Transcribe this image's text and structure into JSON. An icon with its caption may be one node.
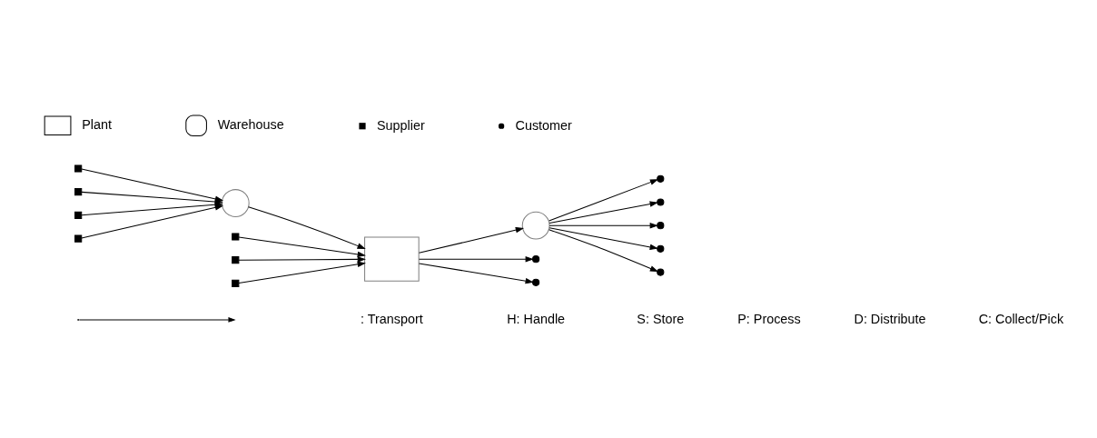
{
  "diagram": {
    "nodes": [
      {
        "text": [],
        "shape": "box"
      },
      {
        "text": [],
        "shape": "circle"
      },
      {
        "text": [],
        "shape": "box"
      },
      {
        "text": [],
        "shape": "box"
      },
      {
        "text": [],
        "shape": "circle"
      },
      {
        "text": [],
        "shape": "circle"
      },
      {
        "text": [],
        "shape": "circle"
      },
      {
        "text": [],
        "shape": "circle"
      },
      {
        "text": [],
        "shape": "box"
      },
      {
        "text": [],
        "shape": "circle"
      },
      {
        "text": [],
        "shape": "box"
      },
      {
        "text": [],
        "shape": "box"
      },
      {
        "text": [],
        "shape": "circle"
      },
      {
        "text": [],
        "shape": "circle"
      },
      {
        "text": [],
        "shape": "box"
      },
      {
        "text": [],
        "shape": "circle"
      },
      {
        "text": [],
        "shape": "box"
      }
    ],
    "edges": [
      {
        "from": 0,
        "to": 6,
        "arrow": "to"
      },
      {
        "from": 2,
        "to": 6,
        "arrow": "to"
      },
      {
        "from": 3,
        "to": 6,
        "arrow": "to"
      },
      {
        "from": 8,
        "to": 6,
        "arrow": "to"
      },
      {
        "from": 6,
        "to": 10,
        "arrow": "to"
      },
      {
        "from": 11,
        "to": 10,
        "arrow": "to"
      },
      {
        "from": 14,
        "to": 10,
        "arrow": "to"
      },
      {
        "from": 16,
        "to": 10,
        "arrow": "to"
      },
      {
        "from": 10,
        "to": 9,
        "arrow": "to"
      },
      {
        "from": 10,
        "to": 12,
        "arrow": "to"
      },
      {
        "from": 10,
        "to": 15,
        "arrow": "to"
      },
      {
        "from": 9,
        "to": 1,
        "arrow": "to"
      },
      {
        "from": 9,
        "to": 4,
        "arrow": "to"
      },
      {
        "from": 9,
        "to": 5,
        "arrow": "to"
      },
      {
        "from": 9,
        "to": 7,
        "arrow": "to"
      },
      {
        "from": 9,
        "to": 13,
        "arrow": "to"
      }
    ],
    "labels": [
      "H: Handle",
      "S: Store",
      "P: Process",
      "D: Distribute",
      "C: Collect/Pick"
    ],
    "legend": [
      {
        "text": "Plant"
      },
      {
        "text": "Warehouse"
      },
      {
        "text": "Supplier"
      },
      {
        "text": "Customer"
      },
      {
        "text": ": Transport"
      }
    ]
  }
}
